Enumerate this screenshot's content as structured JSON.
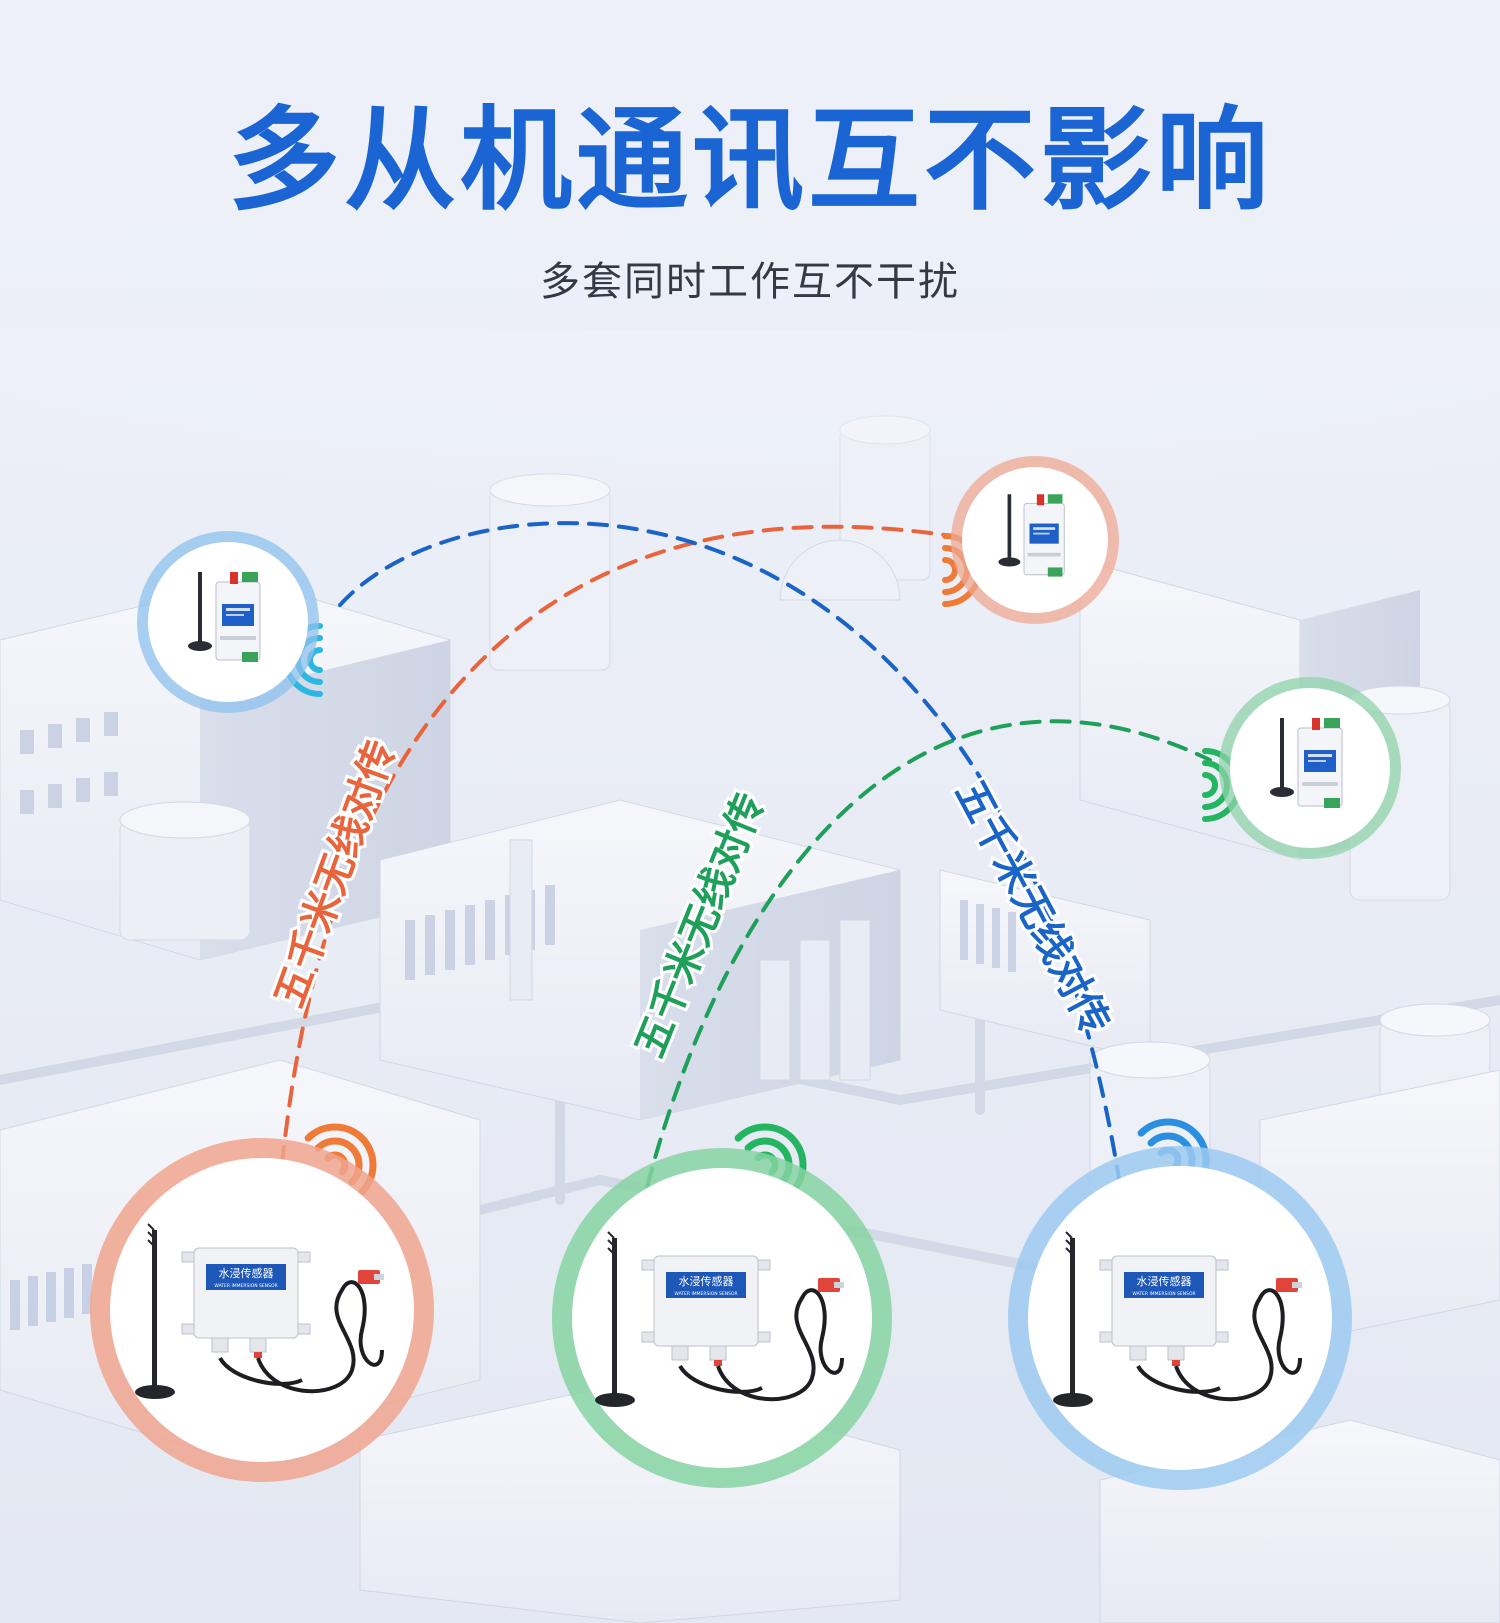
{
  "header": {
    "title": "多从机通讯互不影响",
    "subtitle": "多套同时工作互不干扰"
  },
  "links": [
    {
      "label": "五千米无线对传",
      "color": "#e8643c"
    },
    {
      "label": "五千米无线对传",
      "color": "#1fa05a"
    },
    {
      "label": "五千米无线对传",
      "color": "#1a64c8"
    }
  ],
  "gateways": [
    {
      "color": "#8ec2ee",
      "icon": "lora-gateway-module-icon"
    },
    {
      "color": "#eea893",
      "icon": "lora-gateway-module-icon"
    },
    {
      "color": "#8fd3a9",
      "icon": "lora-gateway-module-icon"
    }
  ],
  "sensors": [
    {
      "color": "#f0a58e",
      "label_cn": "水浸传感器",
      "label_en": "WATER IMMERSION SENSOR"
    },
    {
      "color": "#86d4a2",
      "label_cn": "水浸传感器",
      "label_en": "WATER IMMERSION SENSOR"
    },
    {
      "color": "#9ccaf0",
      "label_cn": "水浸传感器",
      "label_en": "WATER IMMERSION SENSOR"
    }
  ],
  "colors": {
    "title": "#1a64d4",
    "background": "#eef1f8",
    "city": "#dfe4f0",
    "signal_cyan": "#2bb7e0",
    "signal_orange": "#f07a38",
    "signal_green": "#24b560",
    "signal_blue": "#2a8fe0"
  }
}
